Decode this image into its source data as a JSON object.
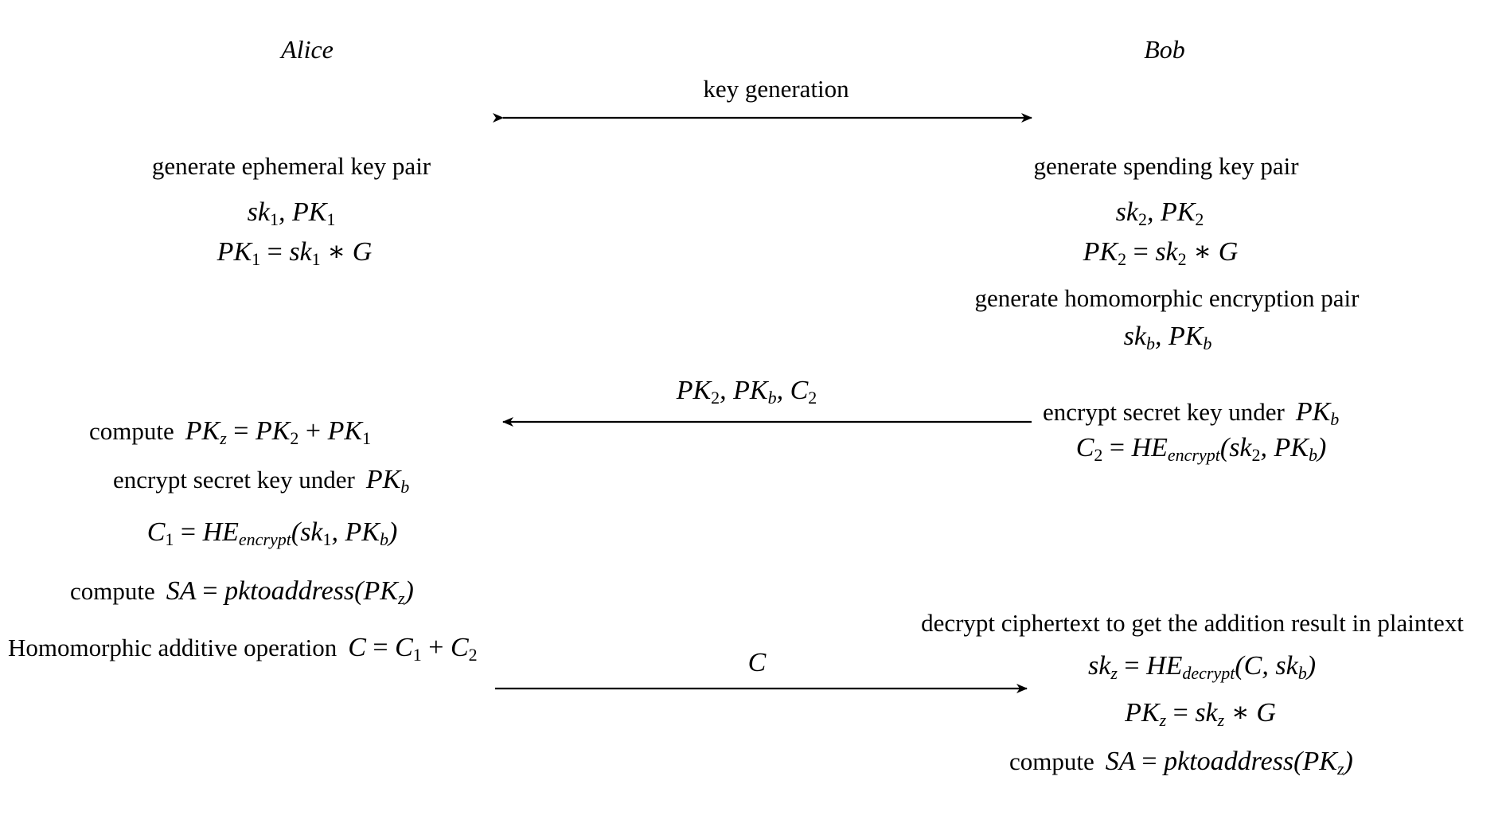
{
  "parties": {
    "alice": "Alice",
    "bob": "Bob"
  },
  "arrows": {
    "keygen_label": "key generation",
    "bob_to_alice_label": "PK2, PKb, C2",
    "alice_to_bob_label": "C"
  },
  "alice_steps": {
    "gen_ephemeral": "generate ephemeral key pair",
    "compute_word_1": "compute",
    "encrypt_label": "encrypt secret key under",
    "compute_word_2": "compute",
    "homomorphic_op": "Homomorphic additive operation"
  },
  "bob_steps": {
    "gen_spending": "generate spending key pair",
    "gen_he_pair": "generate homomorphic encryption pair",
    "encrypt_label": "encrypt secret key under",
    "decrypt_label": "decrypt ciphertext to get the addition result in plaintext",
    "compute_word": "compute"
  },
  "math": {
    "encrypt_sub": "encrypt",
    "decrypt_sub": "decrypt",
    "pktoaddress": "pktoaddress"
  }
}
